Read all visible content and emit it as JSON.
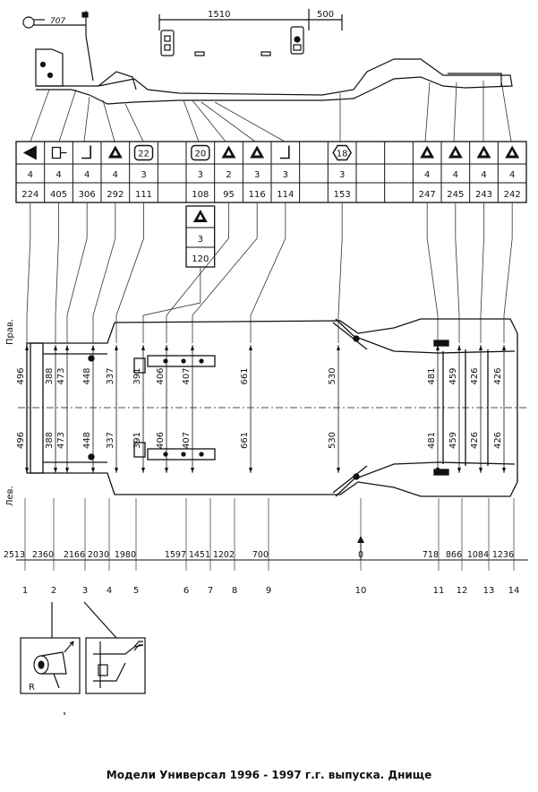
{
  "caption": "Модели Универсал 1996 - 1997 г.г. выпуска. Днище",
  "side_labels": {
    "right": "Прав.",
    "left": "Лев."
  },
  "top_dims": {
    "d1510": "1510",
    "d500": "500"
  },
  "part_label": "707",
  "table": {
    "columns": [
      {
        "icon": "triangle-left",
        "qty": "4",
        "code": "224"
      },
      {
        "icon": "bolt",
        "qty": "4",
        "code": "405"
      },
      {
        "icon": "corner",
        "qty": "4",
        "code": "306"
      },
      {
        "icon": "triangle",
        "qty": "4",
        "code": "292"
      },
      {
        "icon": "badge",
        "badge": "22",
        "qty": "3",
        "code": "111"
      },
      {
        "icon": "empty",
        "qty": "",
        "code": ""
      },
      {
        "icon": "badge",
        "badge": "20",
        "qty": "3",
        "code": "108"
      },
      {
        "icon": "triangle",
        "qty": "2",
        "code": "95"
      },
      {
        "icon": "triangle",
        "qty": "3",
        "code": "116"
      },
      {
        "icon": "corner",
        "qty": "3",
        "code": "114"
      },
      {
        "icon": "empty",
        "qty": "",
        "code": ""
      },
      {
        "icon": "hex",
        "badge": "18",
        "qty": "3",
        "code": "153"
      },
      {
        "icon": "empty",
        "qty": "",
        "code": ""
      },
      {
        "icon": "empty",
        "qty": "",
        "code": ""
      },
      {
        "icon": "triangle",
        "qty": "4",
        "code": "247"
      },
      {
        "icon": "triangle",
        "qty": "4",
        "code": "245"
      },
      {
        "icon": "triangle",
        "qty": "4",
        "code": "243"
      },
      {
        "icon": "triangle",
        "qty": "4",
        "code": "242"
      }
    ],
    "extra_cell": {
      "icon": "triangle",
      "qty": "3",
      "code": "120"
    }
  },
  "width_dims": {
    "upper": [
      "496",
      "388",
      "473",
      "448",
      "337",
      "391",
      "406",
      "407",
      "661",
      "530",
      "481",
      "459",
      "426",
      "426"
    ],
    "lower": [
      "496",
      "388",
      "473",
      "448",
      "337",
      "391",
      "406",
      "407",
      "661",
      "530",
      "481",
      "459",
      "426",
      "426"
    ]
  },
  "baseline_dims": [
    "2513",
    "2360",
    "2166",
    "2030",
    "1980",
    "1597",
    "1451",
    "1202",
    "700",
    "0",
    "718",
    "866",
    "1084",
    "1236"
  ],
  "point_numbers": [
    "1",
    "2",
    "3",
    "4",
    "5",
    "6",
    "7",
    "8",
    "9",
    "10",
    "11",
    "12",
    "13",
    "14"
  ],
  "detail_label": "R"
}
